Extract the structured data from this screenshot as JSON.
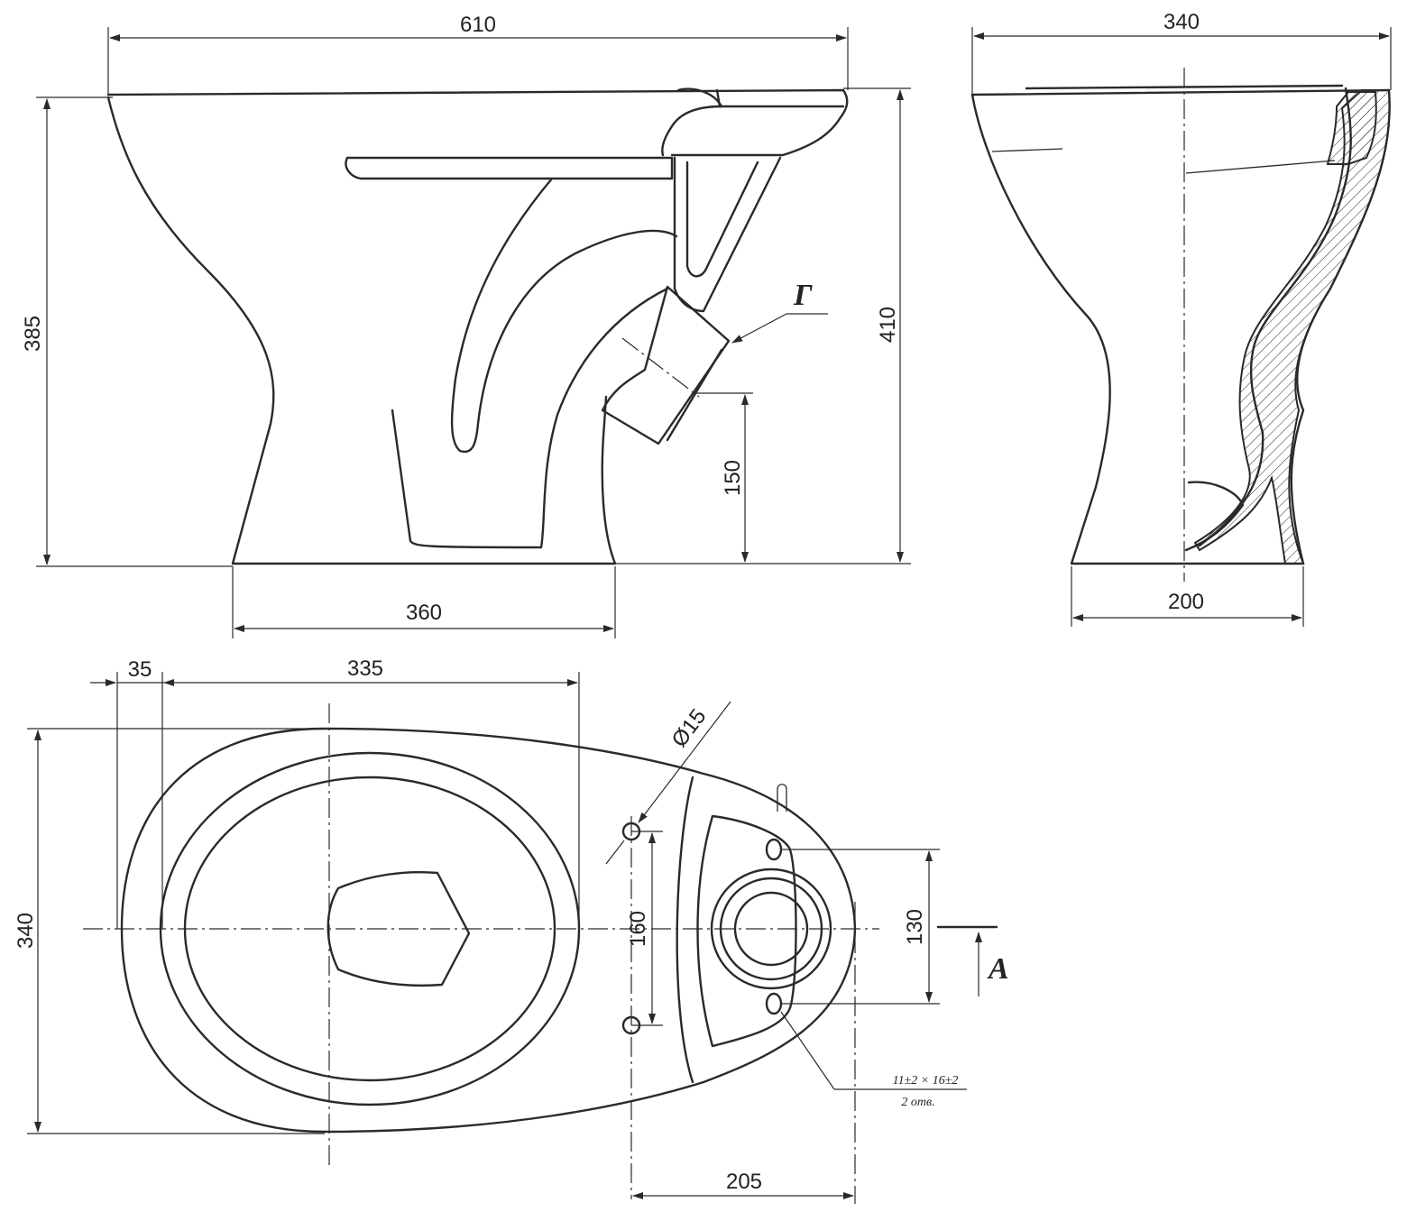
{
  "side_view": {
    "dims": {
      "overall_length": "610",
      "bowl_height": "385",
      "overall_height": "410",
      "outlet_height": "150",
      "base_length": "360"
    },
    "callout_letter": "Г"
  },
  "front_view": {
    "dims": {
      "overall_width": "340",
      "base_width": "200"
    }
  },
  "plan_view": {
    "dims": {
      "rim_offset": "35",
      "bowl_length": "335",
      "overall_width": "340",
      "bolt_spacing_front": "160",
      "bolt_spacing_rear": "130",
      "rear_offset": "205",
      "hole_diameter": "Ø15"
    },
    "hole_note_top": "11±2 × 16±2",
    "hole_note_bottom": "2 отв.",
    "view_letter": "A"
  },
  "colors": {
    "line": "#2a2a2a",
    "paper": "#ffffff"
  }
}
